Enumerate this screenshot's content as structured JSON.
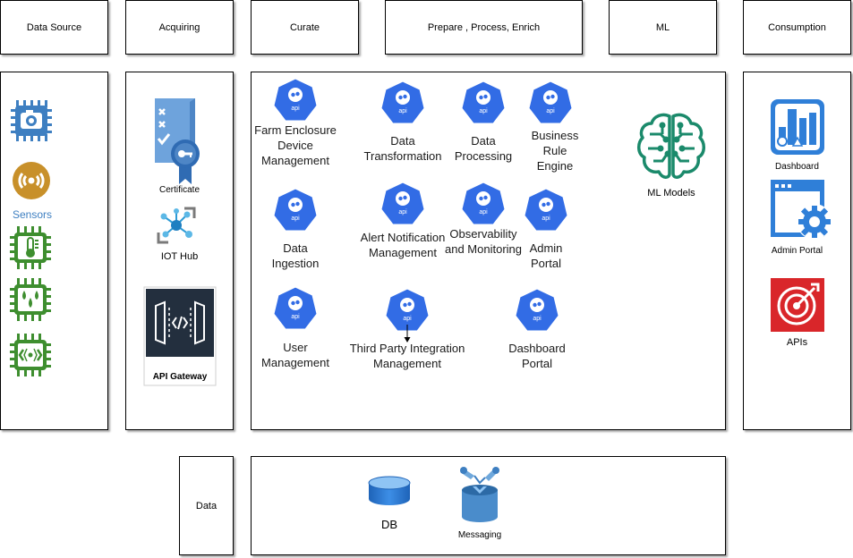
{
  "headers": {
    "data_source": "Data Source",
    "acquiring": "Acquiring",
    "curate": "Curate",
    "prepare": "Prepare , Process, Enrich",
    "ml": "ML",
    "consumption": "Consumption",
    "data": "Data"
  },
  "data_source": {
    "sensors_label": "Sensors",
    "icons": [
      "camera-chip-icon",
      "wireless-sensor-icon",
      "temperature-chip-icon",
      "humidity-chip-icon",
      "code-chip-icon"
    ]
  },
  "acquiring": {
    "certificate_label": "Certificate",
    "iot_hub_label": "IOT Hub",
    "api_gateway_label": "API Gateway"
  },
  "services": {
    "api_badge_text": "api",
    "farm": "Farm Enclosure Device Management",
    "data_ingestion": "Data Ingestion",
    "user_mgmt": "User Management",
    "data_transformation": "Data Transformation",
    "data_processing": "Data Processing",
    "business_rule": "Business Rule Engine",
    "alert": "Alert Notification Management",
    "observability": "Observability and Monitoring",
    "admin_portal": "Admin Portal",
    "third_party": "Third Party Integration Management",
    "dashboard_portal": "Dashboard Portal"
  },
  "ml": {
    "models_label": "ML Models"
  },
  "consumption": {
    "dashboard_label": "Dashboard",
    "admin_portal_label": "Admin Portal",
    "apis_label": "APIs"
  },
  "data_layer": {
    "db_label": "DB",
    "messaging_label": "Messaging"
  },
  "colors": {
    "k8s_blue": "#326CE5",
    "sensor_blue": "#3E7FC1",
    "sensor_gold": "#C8902A",
    "chip_green": "#3E8E2F",
    "ml_green": "#1B8A6B",
    "azure_blue": "#2F7FD8",
    "api_red": "#D9262A"
  }
}
